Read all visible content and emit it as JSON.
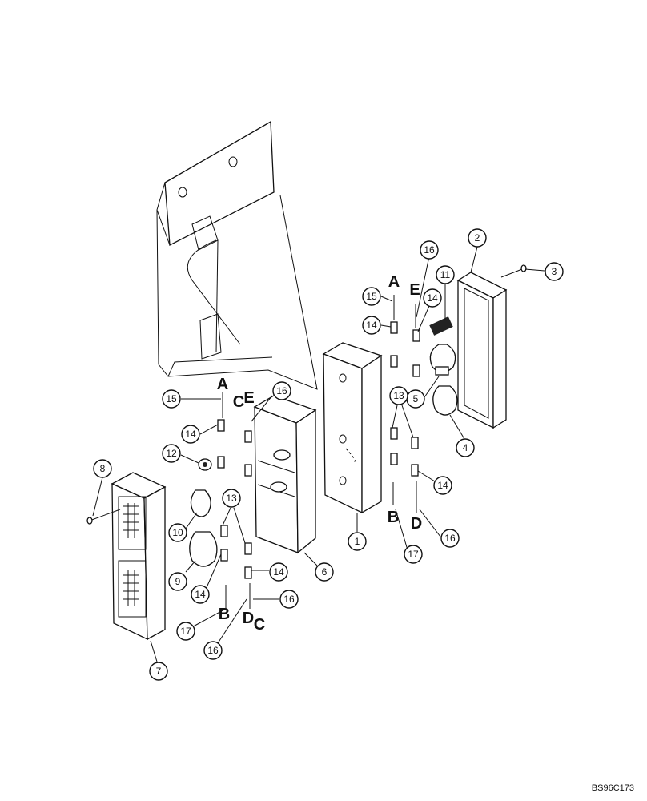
{
  "reference_code": "BS96C173",
  "callouts": [
    {
      "id": "c1",
      "label": "1"
    },
    {
      "id": "c2",
      "label": "2"
    },
    {
      "id": "c3",
      "label": "3"
    },
    {
      "id": "c4",
      "label": "4"
    },
    {
      "id": "c5",
      "label": "5"
    },
    {
      "id": "c6",
      "label": "6"
    },
    {
      "id": "c7",
      "label": "7"
    },
    {
      "id": "c8",
      "label": "8"
    },
    {
      "id": "c9",
      "label": "9"
    },
    {
      "id": "c10",
      "label": "10"
    },
    {
      "id": "c11",
      "label": "11"
    },
    {
      "id": "c12",
      "label": "12"
    },
    {
      "id": "c13a",
      "label": "13"
    },
    {
      "id": "c13b",
      "label": "13"
    },
    {
      "id": "c14a",
      "label": "14"
    },
    {
      "id": "c14b",
      "label": "14"
    },
    {
      "id": "c14c",
      "label": "14"
    },
    {
      "id": "c14d",
      "label": "14"
    },
    {
      "id": "c14e",
      "label": "14"
    },
    {
      "id": "c14f",
      "label": "14"
    },
    {
      "id": "c15a",
      "label": "15"
    },
    {
      "id": "c15b",
      "label": "15"
    },
    {
      "id": "c16a",
      "label": "16"
    },
    {
      "id": "c16b",
      "label": "16"
    },
    {
      "id": "c16c",
      "label": "16"
    },
    {
      "id": "c16d",
      "label": "16"
    },
    {
      "id": "c16e",
      "label": "16"
    },
    {
      "id": "c17a",
      "label": "17"
    },
    {
      "id": "c17b",
      "label": "17"
    }
  ],
  "wire_letters": [
    {
      "id": "la1",
      "label": "A"
    },
    {
      "id": "le1",
      "label": "E"
    },
    {
      "id": "lb1",
      "label": "B"
    },
    {
      "id": "ld1",
      "label": "D"
    },
    {
      "id": "la2",
      "label": "A"
    },
    {
      "id": "lc2",
      "label": "C"
    },
    {
      "id": "le2",
      "label": "E"
    },
    {
      "id": "lb2",
      "label": "B"
    },
    {
      "id": "ld2",
      "label": "D"
    },
    {
      "id": "lc3",
      "label": "C"
    }
  ]
}
